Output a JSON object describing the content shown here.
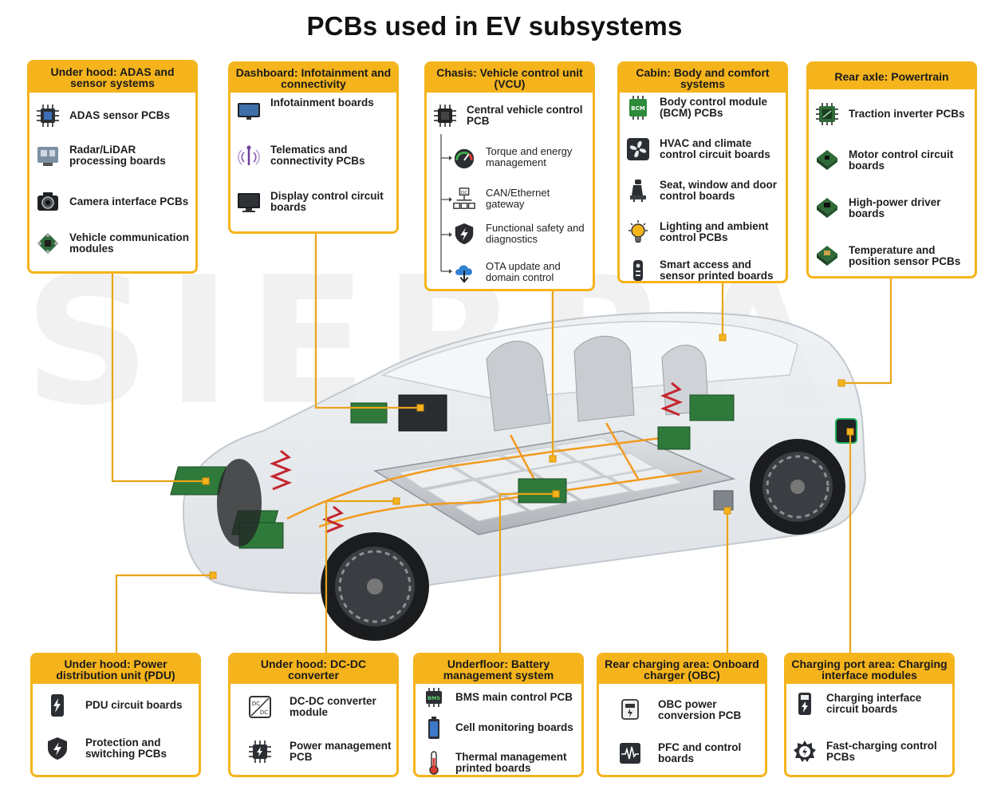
{
  "title": "PCBs used in EV subsystems",
  "colors": {
    "accent": "#f5b41c",
    "line": "#e8a317",
    "text": "#1a1a1a"
  },
  "boxes": {
    "adas": {
      "header": "Under hood: ADAS and sensor systems",
      "items": [
        {
          "label": "ADAS sensor PCBs",
          "icon": "chip-icon"
        },
        {
          "label": "Radar/LiDAR processing boards",
          "icon": "radar-module-icon"
        },
        {
          "label": "Camera interface PCBs",
          "icon": "camera-icon"
        },
        {
          "label": "Vehicle communication modules",
          "icon": "network-board-icon"
        }
      ]
    },
    "dashboard": {
      "header": "Dashboard: Infotainment and connectivity",
      "items": [
        {
          "label": "Infotainment boards",
          "icon": "screen-icon"
        },
        {
          "label": "Telematics and connectivity PCBs",
          "icon": "antenna-icon"
        },
        {
          "label": "Display control circuit boards",
          "icon": "monitor-icon"
        }
      ]
    },
    "chassis": {
      "header": "Chasis: Vehicle control unit (VCU)",
      "main": {
        "label": "Central vehicle control PCB",
        "icon": "cpu-icon"
      },
      "items": [
        {
          "label": "Torque and energy management",
          "icon": "gauge-icon"
        },
        {
          "label": "CAN/Ethernet gateway",
          "icon": "dc-network-icon"
        },
        {
          "label": "Functional safety and diagnostics",
          "icon": "shield-bolt-icon"
        },
        {
          "label": "OTA update and domain control",
          "icon": "cloud-download-icon"
        }
      ]
    },
    "cabin": {
      "header": "Cabin: Body and comfort systems",
      "items": [
        {
          "label": "Body control module (BCM) PCBs",
          "icon": "bcm-chip-icon",
          "icon_text": "BCM"
        },
        {
          "label": "HVAC and climate control circuit boards",
          "icon": "fan-icon"
        },
        {
          "label": "Seat, window and door control boards",
          "icon": "seat-icon"
        },
        {
          "label": "Lighting and ambient control PCBs",
          "icon": "bulb-icon"
        },
        {
          "label": "Smart access and sensor printed boards",
          "icon": "key-fob-icon"
        }
      ]
    },
    "rear": {
      "header": "Rear axle: Powertrain",
      "items": [
        {
          "label": "Traction inverter PCBs",
          "icon": "inverter-chip-icon"
        },
        {
          "label": "Motor control circuit boards",
          "icon": "board-icon"
        },
        {
          "label": "High-power driver boards",
          "icon": "board-icon"
        },
        {
          "label": "Temperature and position sensor PCBs",
          "icon": "board-icon"
        }
      ]
    },
    "pdu": {
      "header": "Under hood: Power distribution unit (PDU)",
      "items": [
        {
          "label": "PDU circuit boards",
          "icon": "power-box-icon"
        },
        {
          "label": "Protection and switching PCBs",
          "icon": "shield-bolt-icon"
        }
      ]
    },
    "dcdc": {
      "header": "Under hood: DC-DC converter",
      "items": [
        {
          "label": "DC-DC converter module",
          "icon": "dcdc-icon",
          "icon_text": "DC DC"
        },
        {
          "label": "Power management PCB",
          "icon": "power-chip-icon"
        }
      ]
    },
    "bms": {
      "header": "Underfloor: Battery management system",
      "items": [
        {
          "label": "BMS main control PCB",
          "icon": "bms-chip-icon",
          "icon_text": "BMS"
        },
        {
          "label": "Cell monitoring boards",
          "icon": "battery-icon"
        },
        {
          "label": "Thermal management printed boards",
          "icon": "thermometer-icon"
        }
      ]
    },
    "obc": {
      "header": "Rear charging area: Onboard charger (OBC)",
      "items": [
        {
          "label": "OBC power conversion PCB",
          "icon": "charger-plug-icon"
        },
        {
          "label": "PFC and control boards",
          "icon": "waveform-icon"
        }
      ]
    },
    "port": {
      "header": "Charging port area: Charging interface modules",
      "items": [
        {
          "label": "Charging interface circuit boards",
          "icon": "charge-box-icon"
        },
        {
          "label": "Fast-charging control PCBs",
          "icon": "fast-charge-gear-icon"
        }
      ]
    }
  }
}
